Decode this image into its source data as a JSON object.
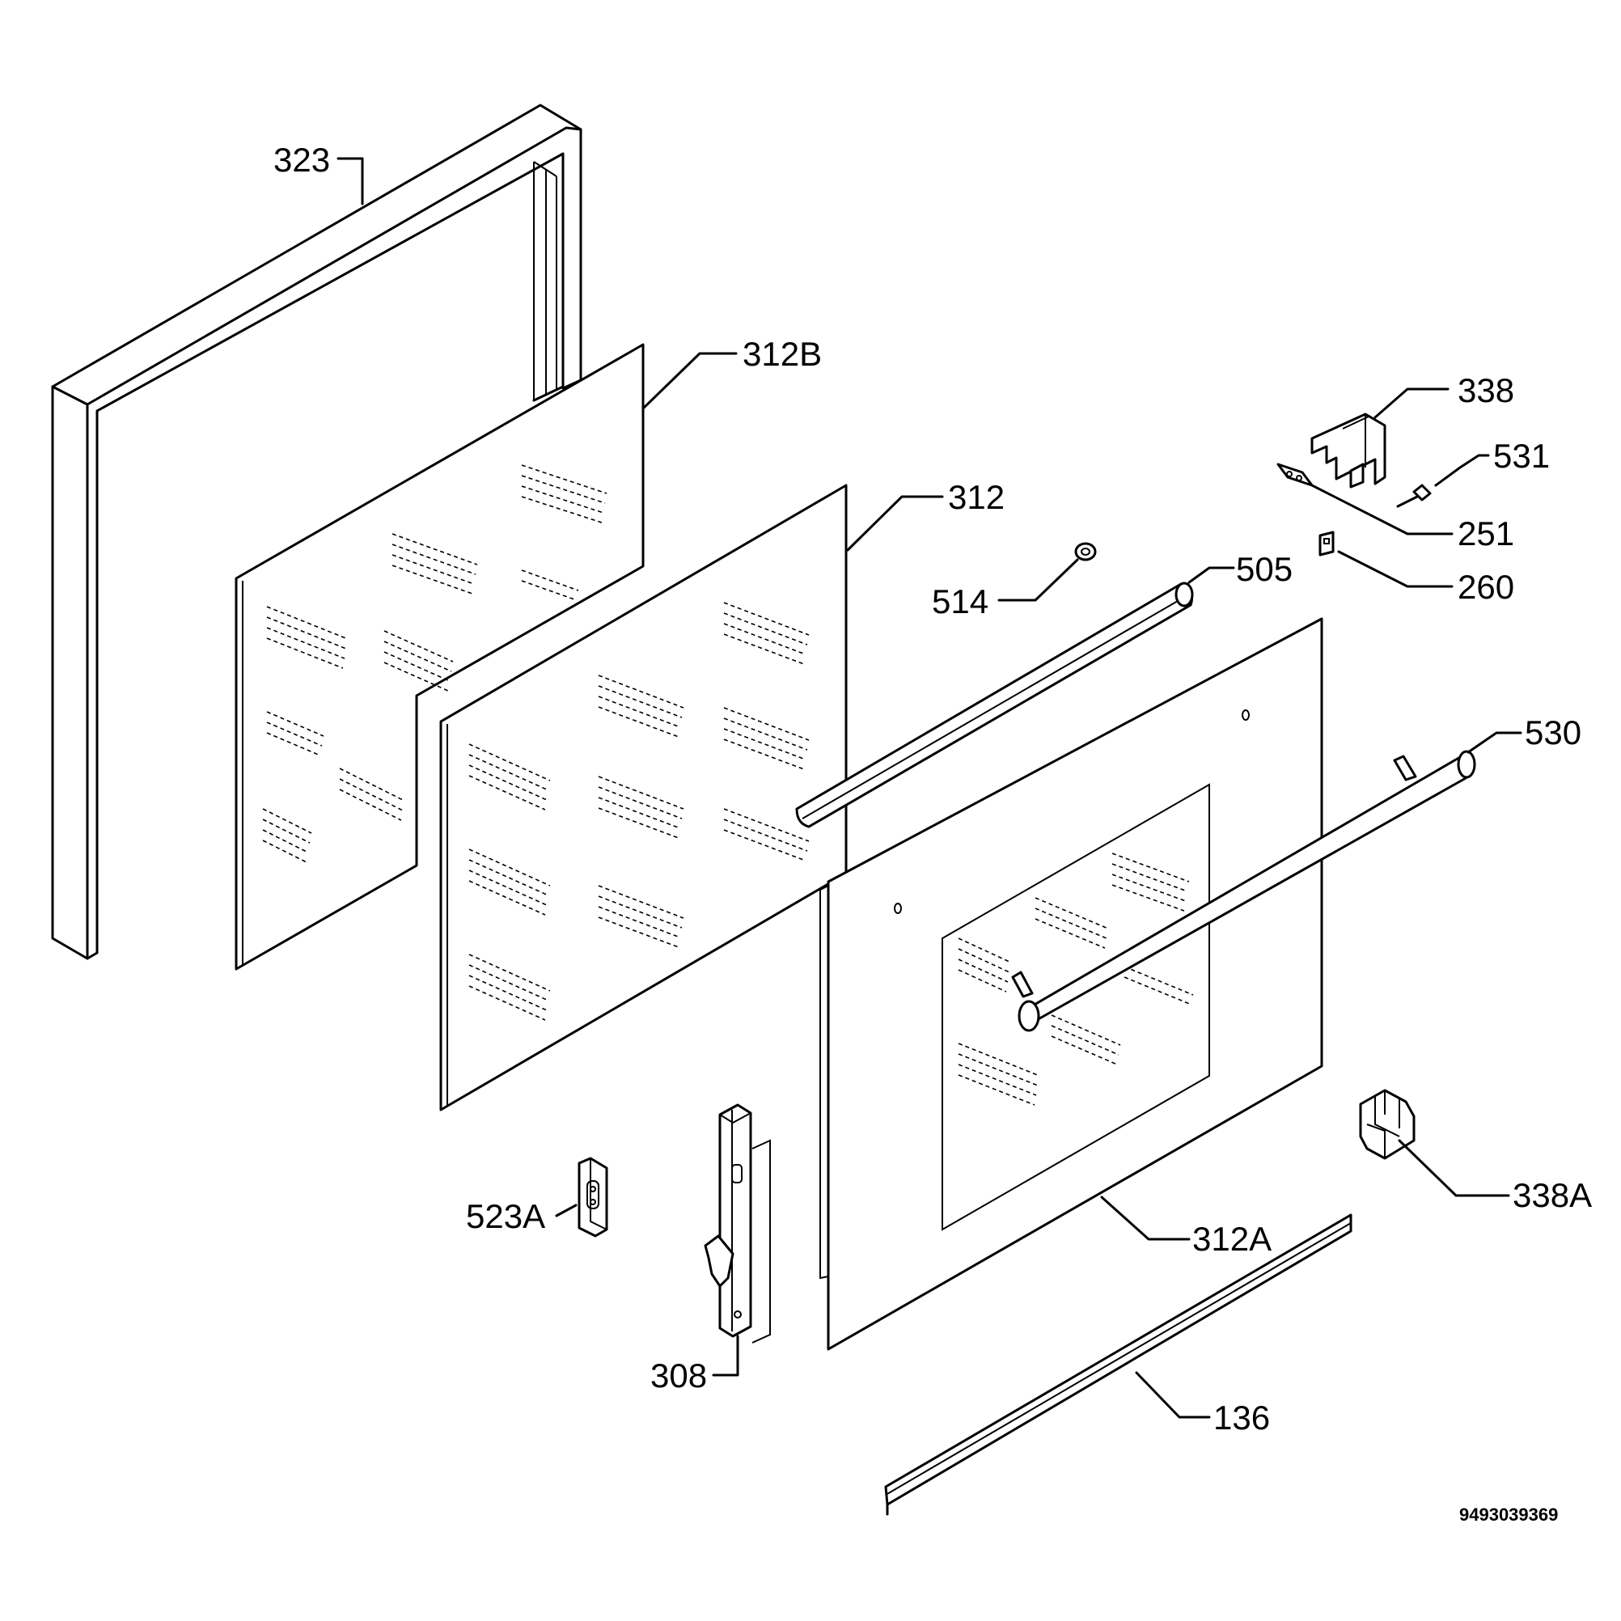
{
  "labels": {
    "p323": "323",
    "p312B": "312B",
    "p312": "312",
    "p338": "338",
    "p531": "531",
    "p251": "251",
    "p260": "260",
    "p514": "514",
    "p505": "505",
    "p530": "530",
    "p338A": "338A",
    "p312A": "312A",
    "p523A": "523A",
    "p308": "308",
    "p136": "136"
  },
  "drawing_code": "9493039369"
}
